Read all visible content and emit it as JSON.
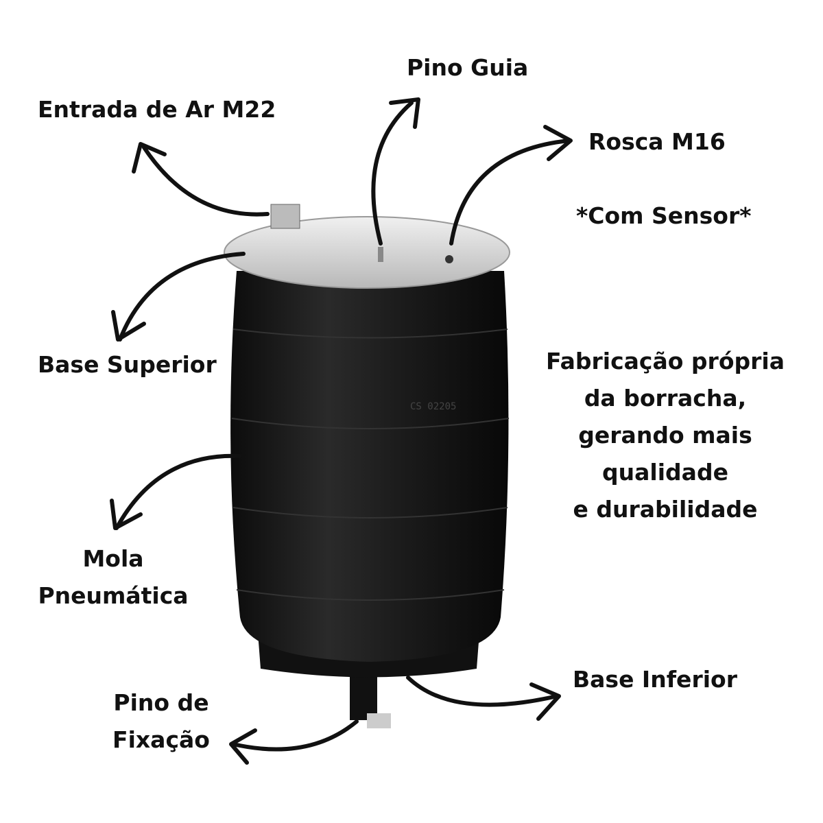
{
  "labels": {
    "pino_guia": "Pino Guia",
    "entrada_ar": "Entrada de Ar M22",
    "rosca": "Rosca M16",
    "sensor": "*Com Sensor*",
    "base_superior": "Base Superior",
    "fabricacao": [
      "Fabricação própria",
      "da borracha,",
      "gerando mais",
      "qualidade",
      "e durabilidade"
    ],
    "mola": [
      "Mola",
      "Pneumática"
    ],
    "base_inferior": "Base Inferior",
    "pino_fixacao": [
      "Pino de",
      "Fixação"
    ]
  },
  "product": {
    "name": "air-spring",
    "logo_text": "CS 02205"
  },
  "colors": {
    "text": "#111111",
    "rubber": "#1a1a1a",
    "plate": "#d8d8d8"
  }
}
